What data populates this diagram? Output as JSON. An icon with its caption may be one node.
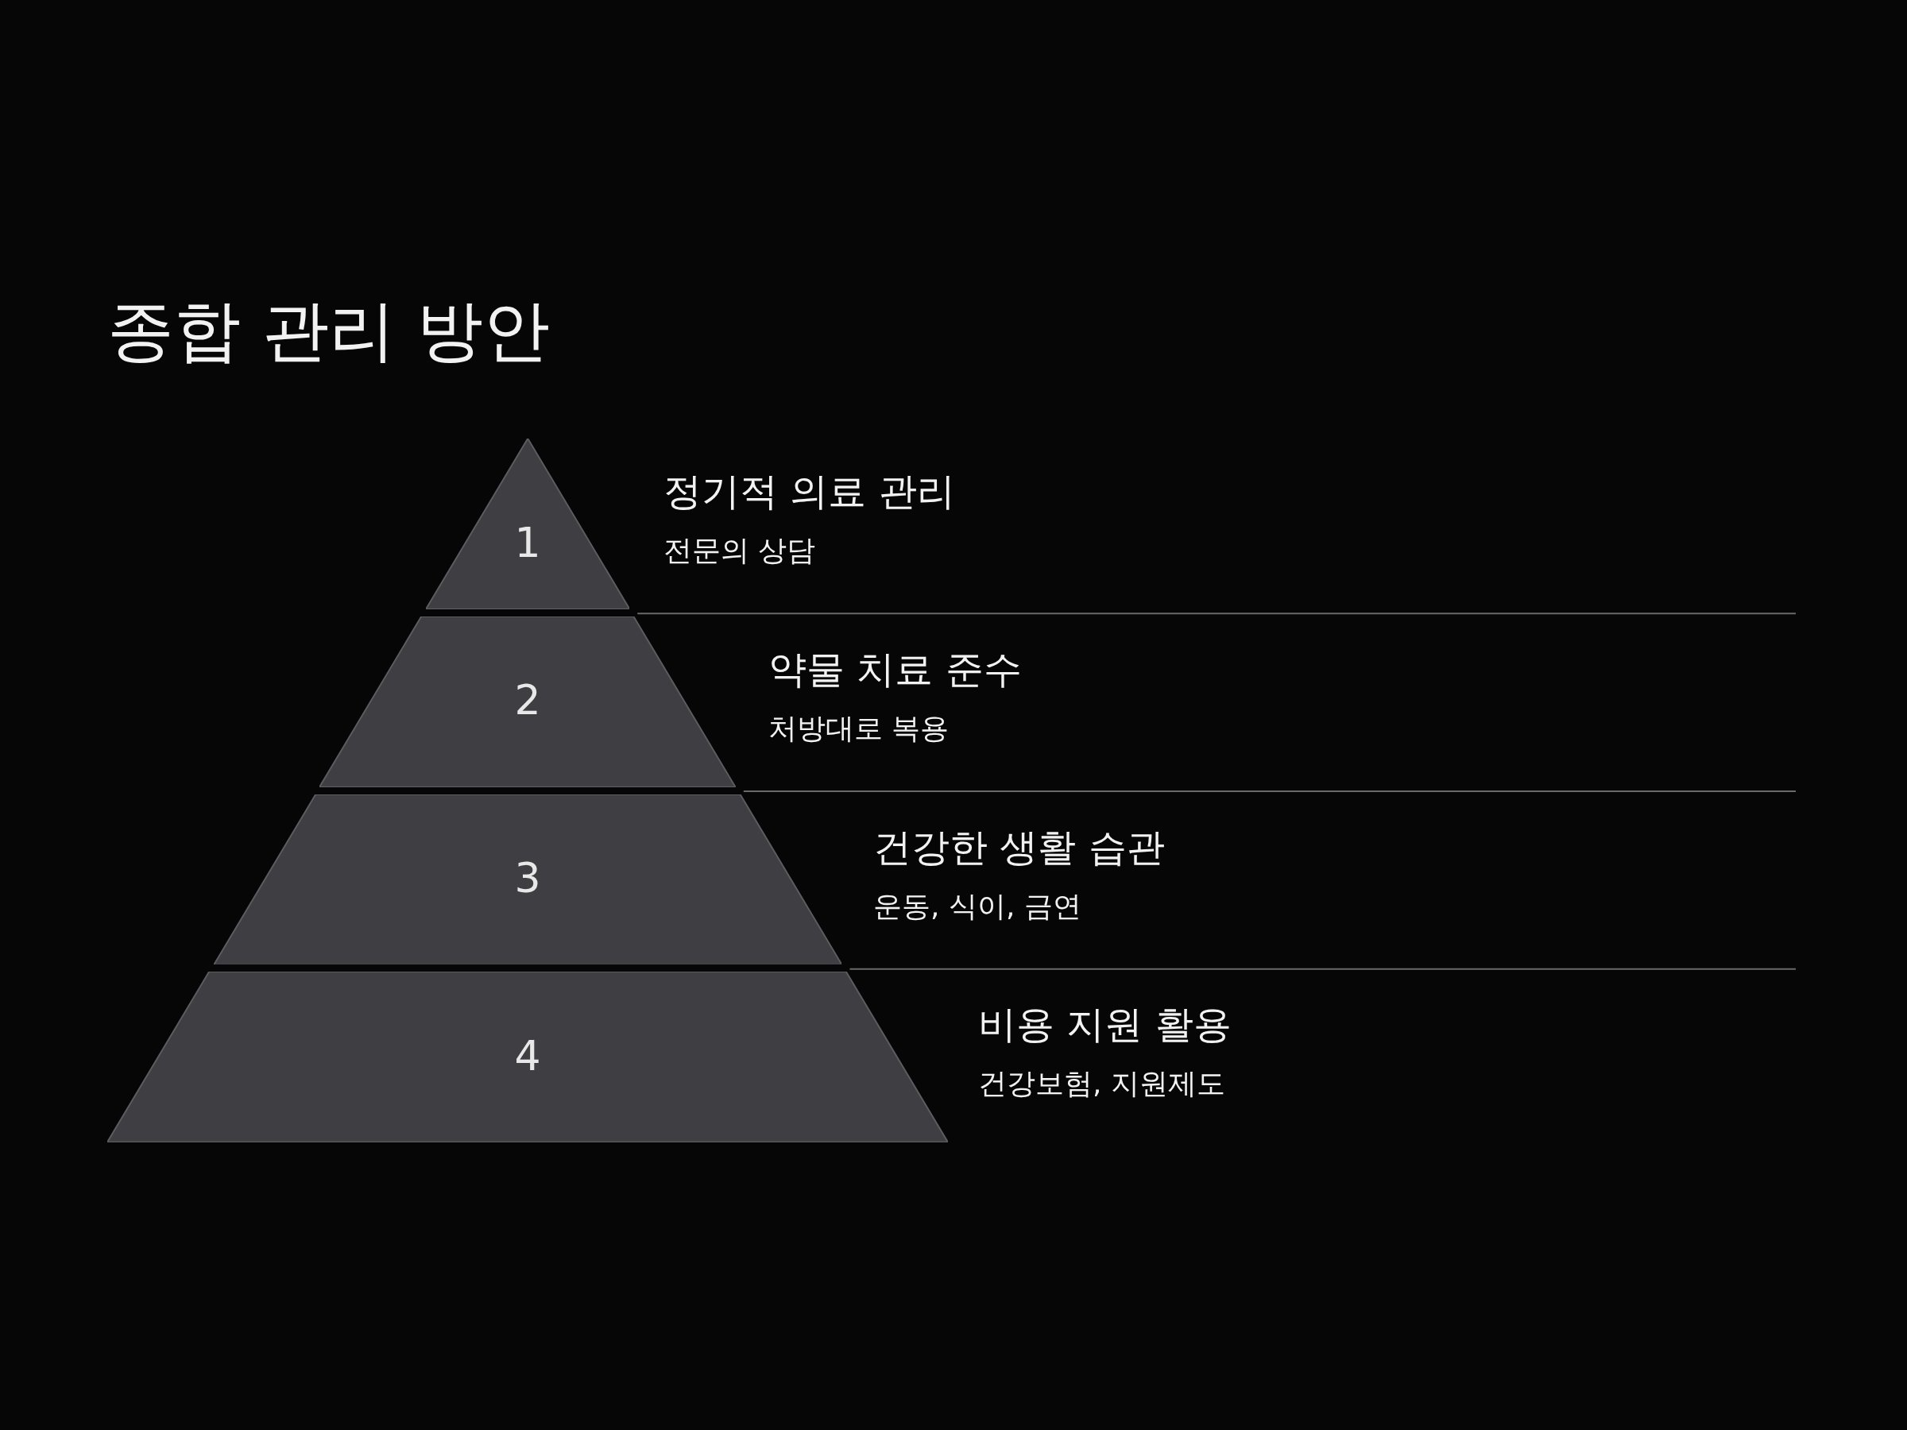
{
  "diagram": {
    "title": "종합 관리 방안",
    "nodes": [
      {
        "text": [
          "1"
        ],
        "beside": [
          "정기적 의료 관리",
          "전문의 상담"
        ]
      },
      {
        "text": [
          "2"
        ],
        "beside": [
          "약물 치료 준수",
          "처방대로 복용"
        ]
      },
      {
        "text": [
          "3"
        ],
        "beside": [
          "건강한 생활 습관",
          "운동, 식이, 금연"
        ]
      },
      {
        "text": [
          "4"
        ],
        "beside": [
          "비용 지원 활용",
          "건강보험, 지원제도"
        ]
      }
    ],
    "edges": []
  }
}
